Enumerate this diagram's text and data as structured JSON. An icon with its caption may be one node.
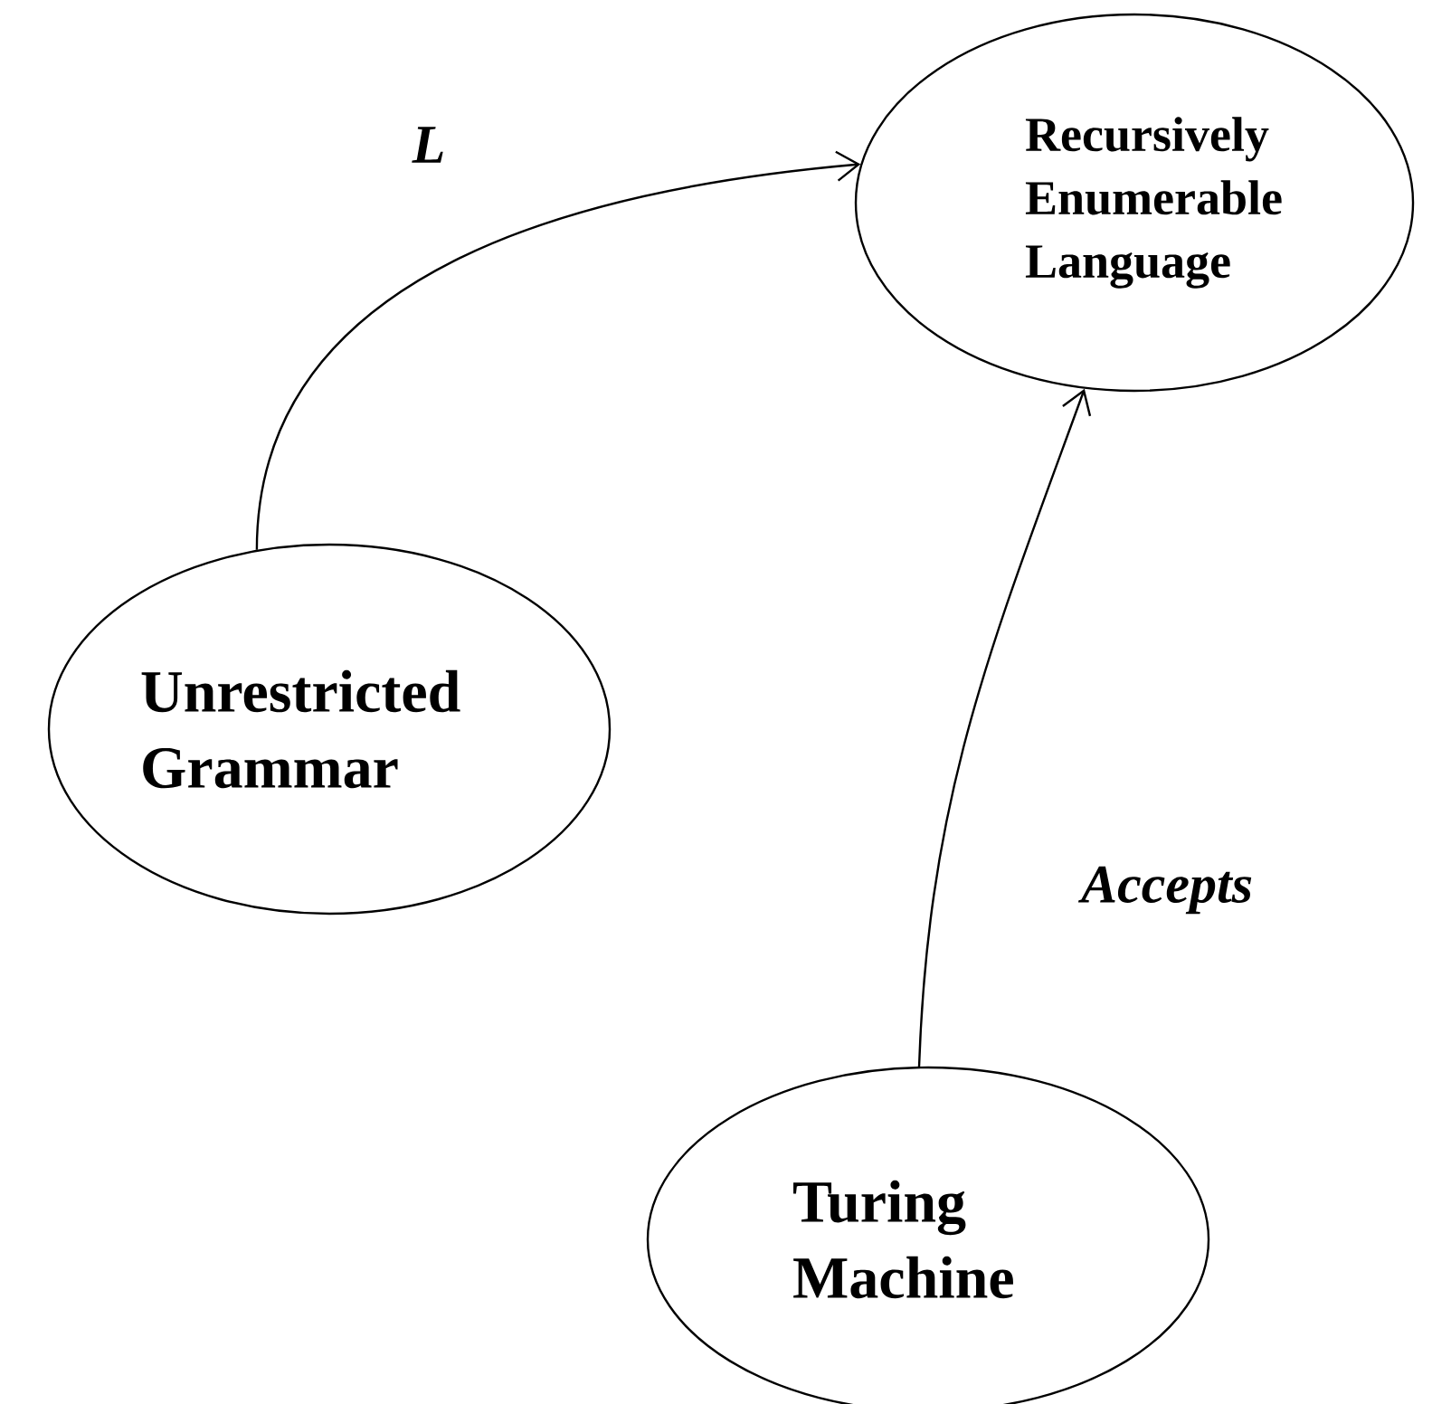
{
  "diagram": {
    "nodes": [
      {
        "text": [
          "Recursively Enumerable Language"
        ]
      },
      {
        "text": [
          "Unrestricted Grammar"
        ]
      },
      {
        "text": [
          "Turing Machine"
        ]
      }
    ],
    "edges": [
      {
        "from": 1,
        "to": 0,
        "arrow": "to",
        "label": "L"
      },
      {
        "from": 2,
        "to": 0,
        "arrow": "to",
        "label": "Accepts"
      }
    ]
  }
}
